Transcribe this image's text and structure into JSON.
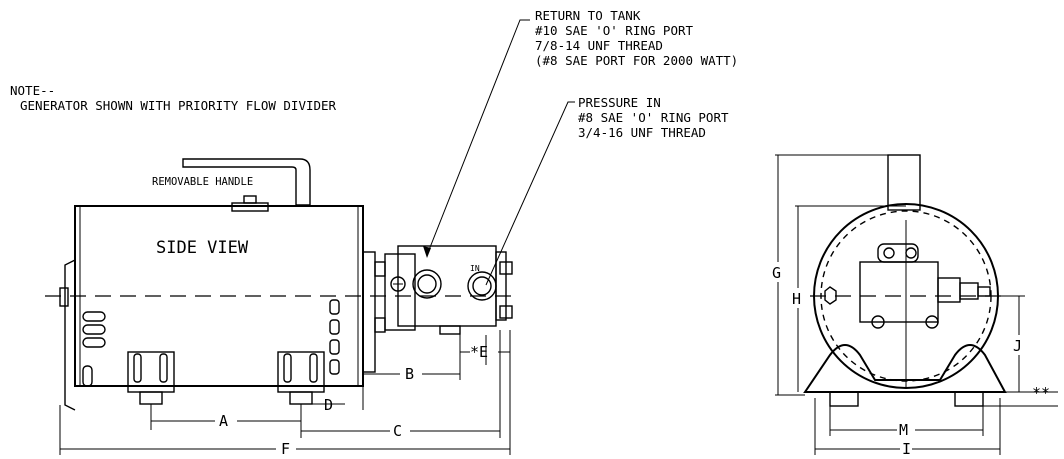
{
  "note": {
    "line1": "NOTE--",
    "line2": "GENERATOR SHOWN WITH PRIORITY FLOW DIVIDER"
  },
  "return_callout": {
    "line1": "RETURN TO TANK",
    "line2": "#10 SAE  'O' RING PORT",
    "line3": "7/8-14 UNF THREAD",
    "line4": "(#8 SAE PORT FOR 2000 WATT)"
  },
  "pressure_callout": {
    "line1": "PRESSURE IN",
    "line2": "#8 SAE 'O' RING PORT",
    "line3": "3/4-16 UNF THREAD"
  },
  "labels": {
    "handle": "REMOVABLE HANDLE",
    "side_view": "SIDE VIEW",
    "port_in": "IN"
  },
  "dimensions": {
    "A": "A",
    "B": "B",
    "C": "C",
    "D": "D",
    "E": "*E",
    "F": "F",
    "G": "G",
    "H": "H",
    "I": "I",
    "J": "J",
    "M": "M",
    "KK": "**"
  }
}
